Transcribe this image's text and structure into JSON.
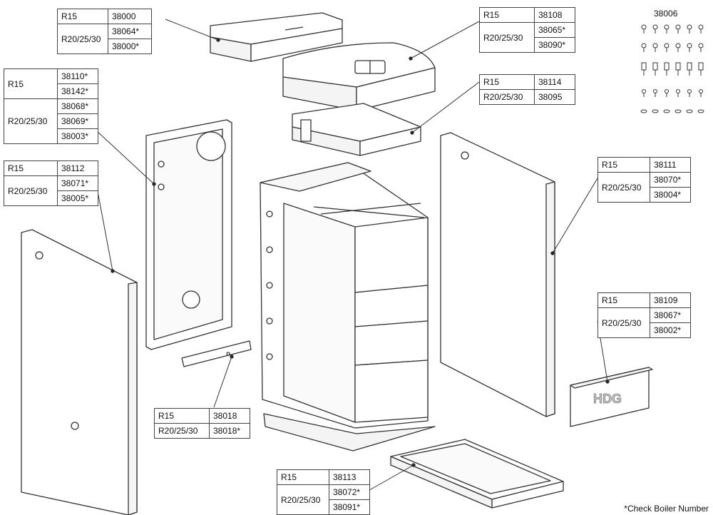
{
  "hardware_kit": {
    "code": "38006"
  },
  "footnote": "*Check Boiler Number",
  "brand_logo": "HDG",
  "tables": {
    "top_cover": {
      "r15_label": "R15",
      "r15": [
        "38000"
      ],
      "r20_label": "R20/25/30",
      "r20": [
        "38064*",
        "38000*"
      ]
    },
    "front_top_cover": {
      "r15_label": "R15",
      "r15": [
        "38108"
      ],
      "r20_label": "R20/25/30",
      "r20": [
        "38065*",
        "38090*"
      ]
    },
    "insulation_panel": {
      "r15_label": "R15",
      "r15": [
        "38114"
      ],
      "r20_label": "R20/25/30",
      "r20": [
        "38095"
      ]
    },
    "rear_panel": {
      "r15_label": "R15",
      "r15": [
        "38110*",
        "38142*"
      ],
      "r20_label": "R20/25/30",
      "r20": [
        "38068*",
        "38069*",
        "38003*"
      ]
    },
    "left_side_panel": {
      "r15_label": "R15",
      "r15": [
        "38112"
      ],
      "r20_label": "R20/25/30",
      "r20": [
        "38071*",
        "38005*"
      ]
    },
    "right_side_panel": {
      "r15_label": "R15",
      "r15": [
        "38111"
      ],
      "r20_label": "R20/25/30",
      "r20": [
        "38070*",
        "38004*"
      ]
    },
    "front_trim": {
      "r15_label": "R15",
      "r15": [
        "38109"
      ],
      "r20_label": "R20/25/30",
      "r20": [
        "38067*",
        "38002*"
      ]
    },
    "rear_strip": {
      "r15_label": "R15",
      "r15": [
        "38018"
      ],
      "r20_label": "R20/25/30",
      "r20": [
        "38018*"
      ]
    },
    "ash_tray": {
      "r15_label": "R15",
      "r15": [
        "38113"
      ],
      "r20_label": "R20/25/30",
      "r20": [
        "38072*",
        "38091*"
      ]
    }
  }
}
